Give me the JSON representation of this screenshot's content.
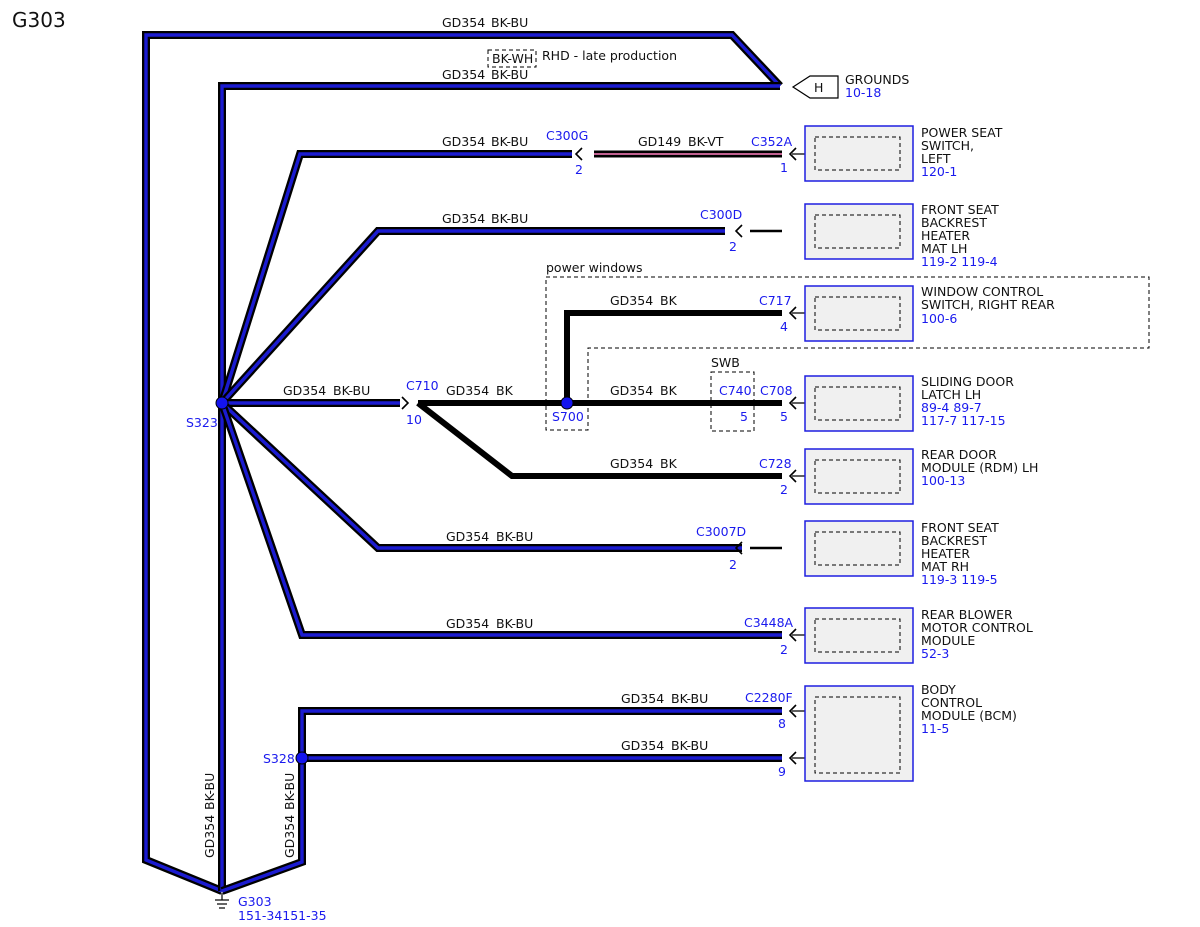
{
  "title": "G303",
  "wire_color": "#1b1bd0",
  "label_color": "#1a1aee",
  "wires": {
    "top": {
      "circuit": "GD354",
      "color": "BK-BU"
    },
    "rhd": {
      "circuit": "GD354",
      "color": "BK-BU"
    },
    "rhd_box": "BK-WH",
    "rhd_note": "RHD - late production",
    "w_c300g": {
      "circuit": "GD354",
      "color": "BK-BU"
    },
    "w_c352a": {
      "circuit": "GD149",
      "color": "BK-VT"
    },
    "w_c300d": {
      "circuit": "GD354",
      "color": "BK-BU"
    },
    "w_c717": {
      "circuit": "GD354",
      "color": "BK"
    },
    "w_c710": {
      "circuit": "GD354",
      "color": "BK-BU"
    },
    "w_s700": {
      "circuit": "GD354",
      "color": "BK"
    },
    "w_c708": {
      "circuit": "GD354",
      "color": "BK"
    },
    "w_c728": {
      "circuit": "GD354",
      "color": "BK"
    },
    "w_c3007d": {
      "circuit": "GD354",
      "color": "BK-BU"
    },
    "w_c3448a": {
      "circuit": "GD354",
      "color": "BK-BU"
    },
    "w_c2280f_8": {
      "circuit": "GD354",
      "color": "BK-BU"
    },
    "w_c2280f_9": {
      "circuit": "GD354",
      "color": "BK-BU"
    },
    "v_left": {
      "circuit": "GD354",
      "color": "BK-BU"
    },
    "v_right": {
      "circuit": "GD354",
      "color": "BK-BU"
    }
  },
  "grounds_ref": {
    "letter": "H",
    "label": "GROUNDS",
    "page": "10-18"
  },
  "connectors": {
    "c300g": {
      "name": "C300G",
      "pin": "2"
    },
    "c352a": {
      "name": "C352A",
      "pin": "1"
    },
    "c300d": {
      "name": "C300D",
      "pin": "2"
    },
    "c717": {
      "name": "C717",
      "pin": "4"
    },
    "c710": {
      "name": "C710",
      "pin": "10"
    },
    "c740": {
      "name": "C740",
      "pin": "5"
    },
    "c708": {
      "name": "C708",
      "pin": "5"
    },
    "c728": {
      "name": "C728",
      "pin": "2"
    },
    "c3007d": {
      "name": "C3007D",
      "pin": "2"
    },
    "c3448a": {
      "name": "C3448A",
      "pin": "2"
    },
    "c2280f": {
      "name": "C2280F",
      "pin_a": "8",
      "pin_b": "9"
    }
  },
  "splices": {
    "s323": "S323",
    "s700": "S700",
    "s328": "S328"
  },
  "groups": {
    "power_windows": "power windows",
    "swb": "SWB"
  },
  "components": {
    "power_seat_switch": {
      "lines": [
        "POWER SEAT",
        "SWITCH,",
        "LEFT"
      ],
      "refs": "120-1"
    },
    "front_seat_lh": {
      "lines": [
        "FRONT SEAT",
        "BACKREST",
        "HEATER",
        "MAT LH"
      ],
      "refs": "119-2 119-4"
    },
    "window_control": {
      "lines": [
        "WINDOW CONTROL",
        "SWITCH, RIGHT REAR"
      ],
      "refs": "100-6"
    },
    "sliding_door": {
      "lines": [
        "SLIDING DOOR",
        "LATCH LH"
      ],
      "refs": [
        "89-4   89-7",
        "117-7  117-15"
      ]
    },
    "rear_door_module": {
      "lines": [
        "REAR DOOR",
        "MODULE (RDM) LH"
      ],
      "refs": "100-13"
    },
    "front_seat_rh": {
      "lines": [
        "FRONT SEAT",
        "BACKREST",
        "HEATER",
        "MAT RH"
      ],
      "refs": "119-3 119-5"
    },
    "rear_blower": {
      "lines": [
        "REAR BLOWER",
        "MOTOR CONTROL",
        "MODULE"
      ],
      "refs": "52-3"
    },
    "bcm": {
      "lines": [
        "BODY",
        "CONTROL",
        "MODULE (BCM)"
      ],
      "refs": "11-5"
    }
  },
  "ground": {
    "name": "G303",
    "refs": "151-34151-35"
  }
}
